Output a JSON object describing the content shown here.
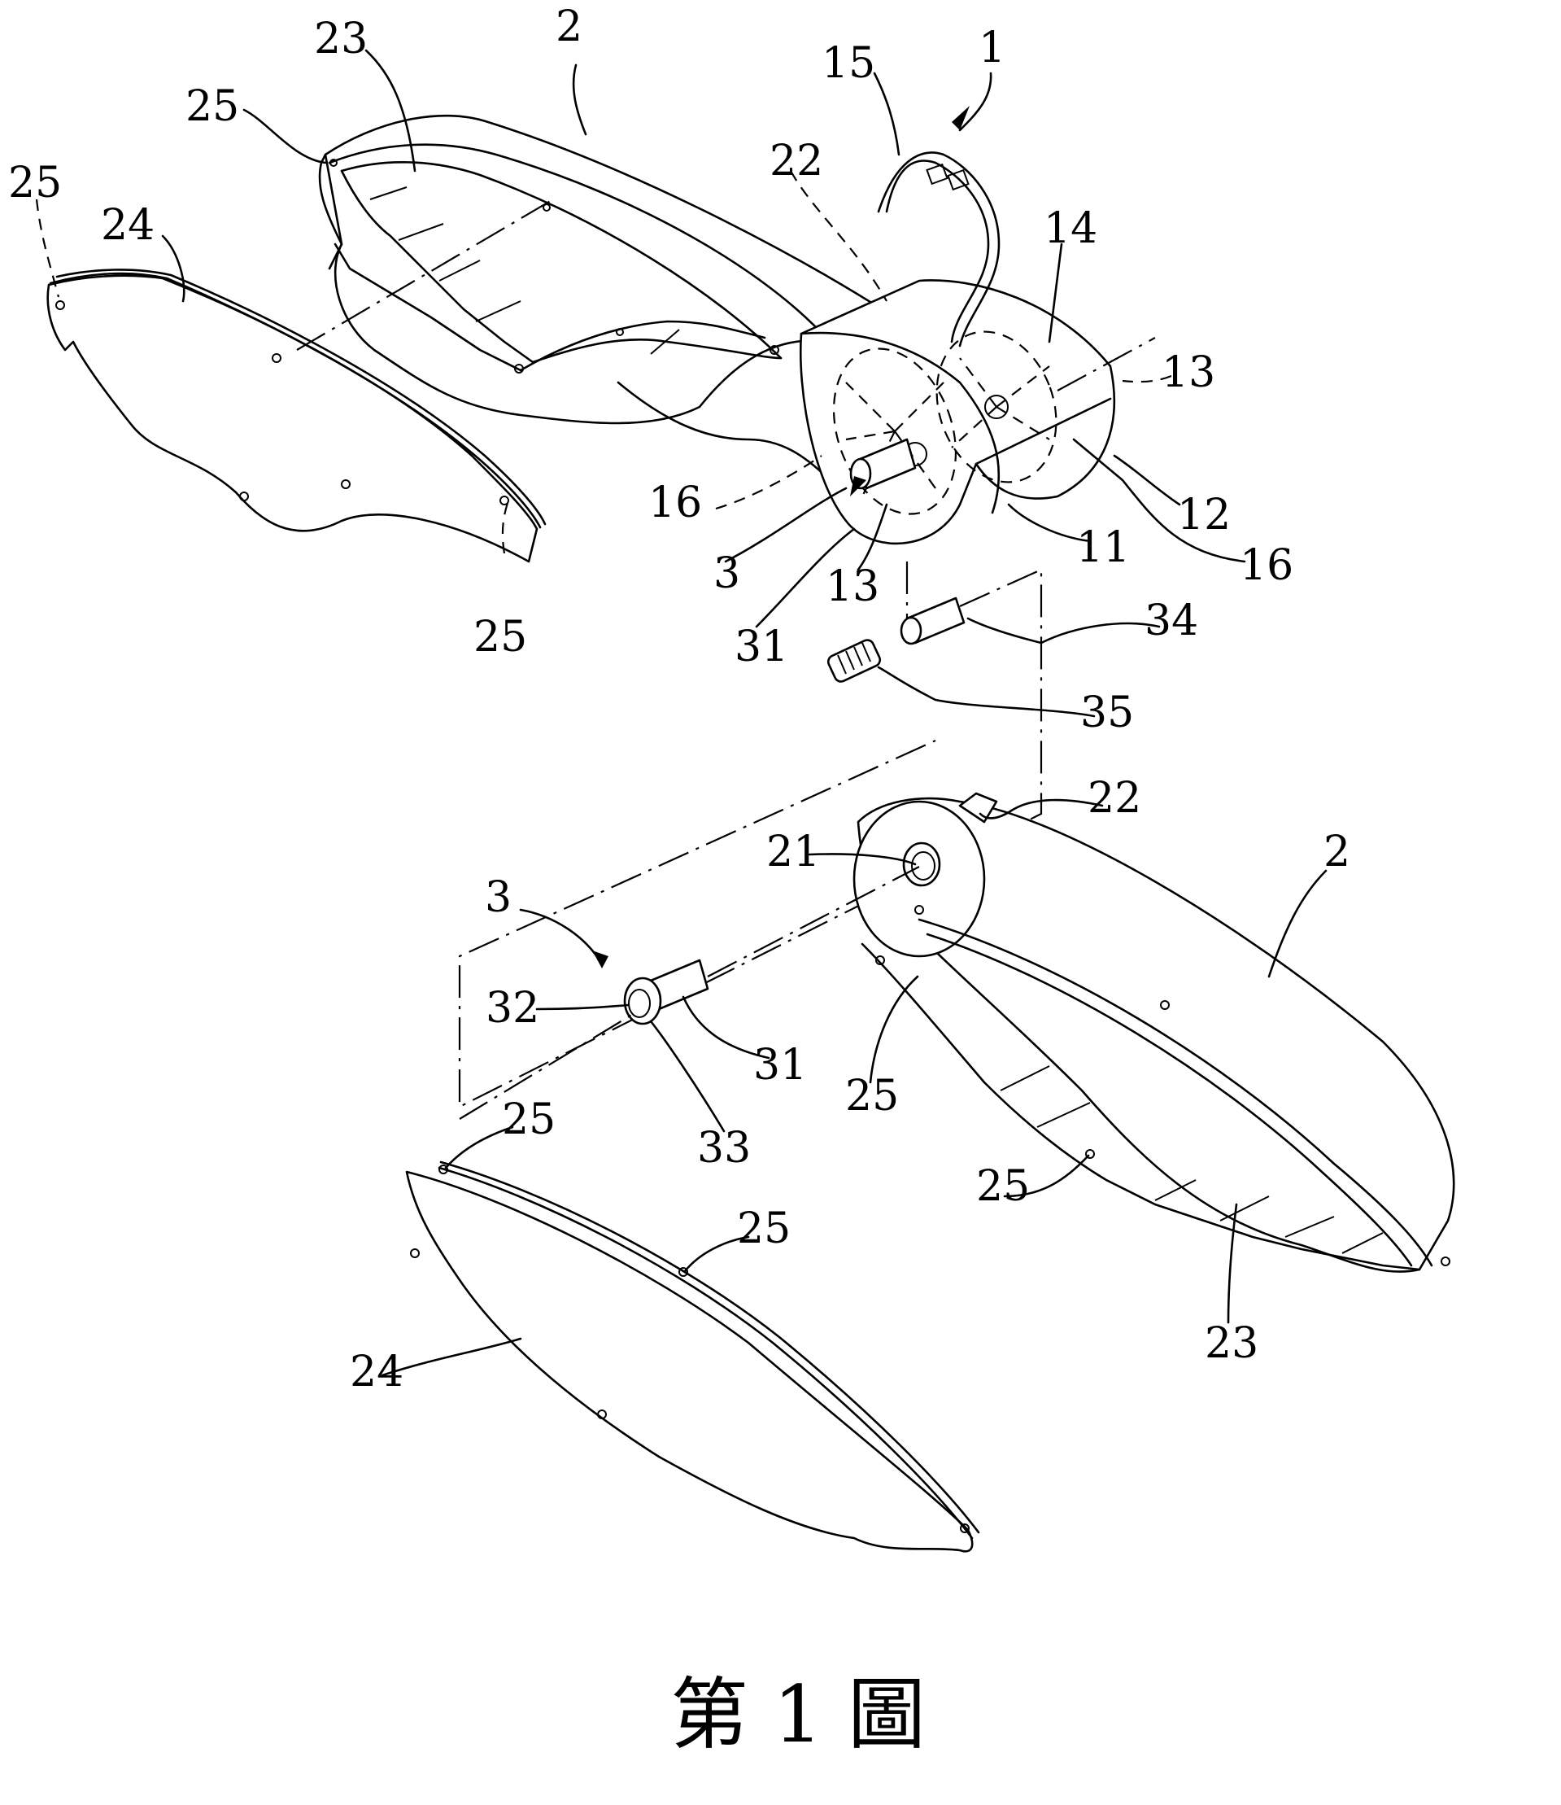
{
  "figure": {
    "caption": "第 1 圖",
    "labels": {
      "housing_top": "2",
      "inner_cavity_top": "23",
      "hole_top_housing": "25",
      "hole_cover_top_left": "25",
      "cover_top": "24",
      "assembly_arrow": "1",
      "hook": "15",
      "post_top": "22",
      "fan_right": "14",
      "rotor_right": "13",
      "dashed_16_left": "16",
      "body_12": "12",
      "leader_16_right": "16",
      "arrow_3_top": "3",
      "rotor_left": "13",
      "motor_11": "11",
      "shaft_31_top": "31",
      "sleeve_34": "34",
      "spring_35": "35",
      "hole_cover_top_bottom": "25",
      "post_bottom": "22",
      "bore_21": "21",
      "housing_bottom": "2",
      "arrow_3_bottom": "3",
      "inner_32": "32",
      "shaft_31_bottom": "31",
      "flange_33": "33",
      "hole_bottom_housing_a": "25",
      "hole_cover_bottom_a": "25",
      "hole_bottom_housing_b": "25",
      "hole_cover_bottom_b": "25",
      "inner_cavity_bottom": "23",
      "cover_bottom": "24"
    }
  }
}
